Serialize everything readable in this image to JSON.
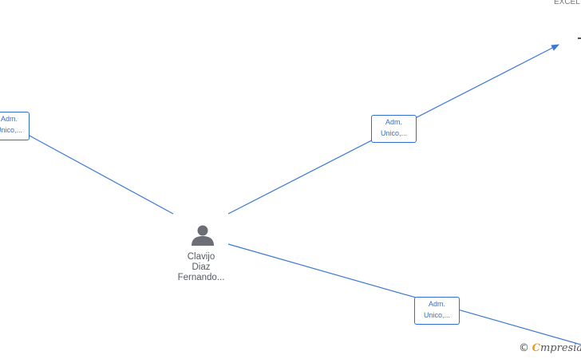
{
  "center_person": {
    "icon": "person-icon",
    "name_lines": [
      "Clavijo",
      "Diaz",
      "Fernando..."
    ]
  },
  "edges": [
    {
      "id": "left",
      "label_lines": [
        "Adm.",
        "Unico,..."
      ]
    },
    {
      "id": "top-right",
      "label_lines": [
        "Adm.",
        "Unico,..."
      ]
    },
    {
      "id": "bottom-right",
      "label_lines": [
        "Adm.",
        "Unico,..."
      ]
    }
  ],
  "top_right_node": {
    "label": "EXCEL"
  },
  "watermark": {
    "copyright": "©",
    "brand_initial": "C",
    "brand_rest": "mpresia"
  },
  "colors": {
    "edge": "#3b78d8",
    "person": "#6b6f75",
    "label_text": "#2f6fcf"
  }
}
